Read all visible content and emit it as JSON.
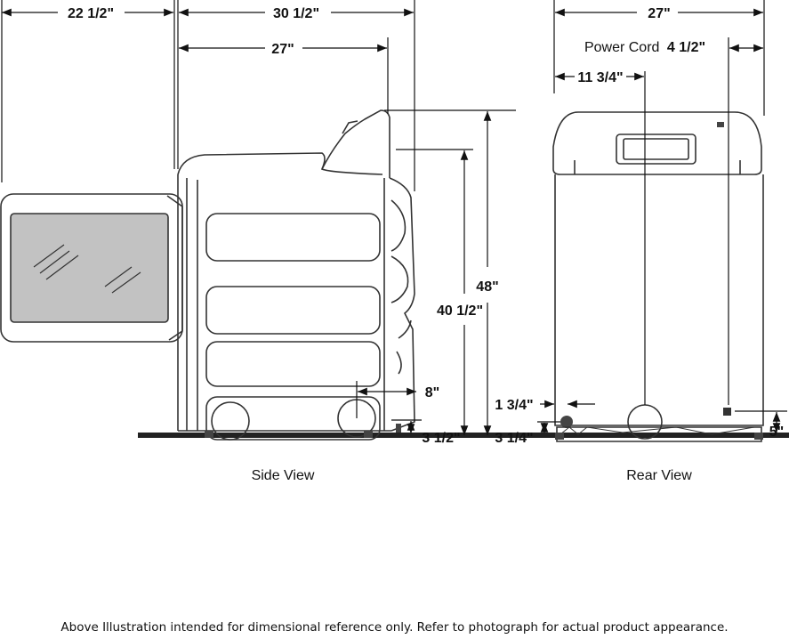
{
  "dimensions": {
    "side_door_width": "22 1/2\"",
    "side_depth_with_door": "30 1/2\"",
    "side_depth": "27\"",
    "side_height_total": "48\"",
    "side_height_top": "40 1/2\"",
    "side_vent_offset": "8\"",
    "side_vent_height": "3 1/2\"",
    "rear_width": "27\"",
    "rear_power_cord_label": "Power Cord",
    "rear_power_cord_value": "4 1/2\"",
    "rear_vent_center": "11 3/4\"",
    "rear_gas_offset": "1 3/4\"",
    "rear_gas_height": "3 1/4\"",
    "rear_cord_height": "5\""
  },
  "views": {
    "side": "Side View",
    "rear": "Rear View"
  },
  "footer_note": "Above Illustration intended for dimensional reference only. Refer to photograph for actual product appearance."
}
